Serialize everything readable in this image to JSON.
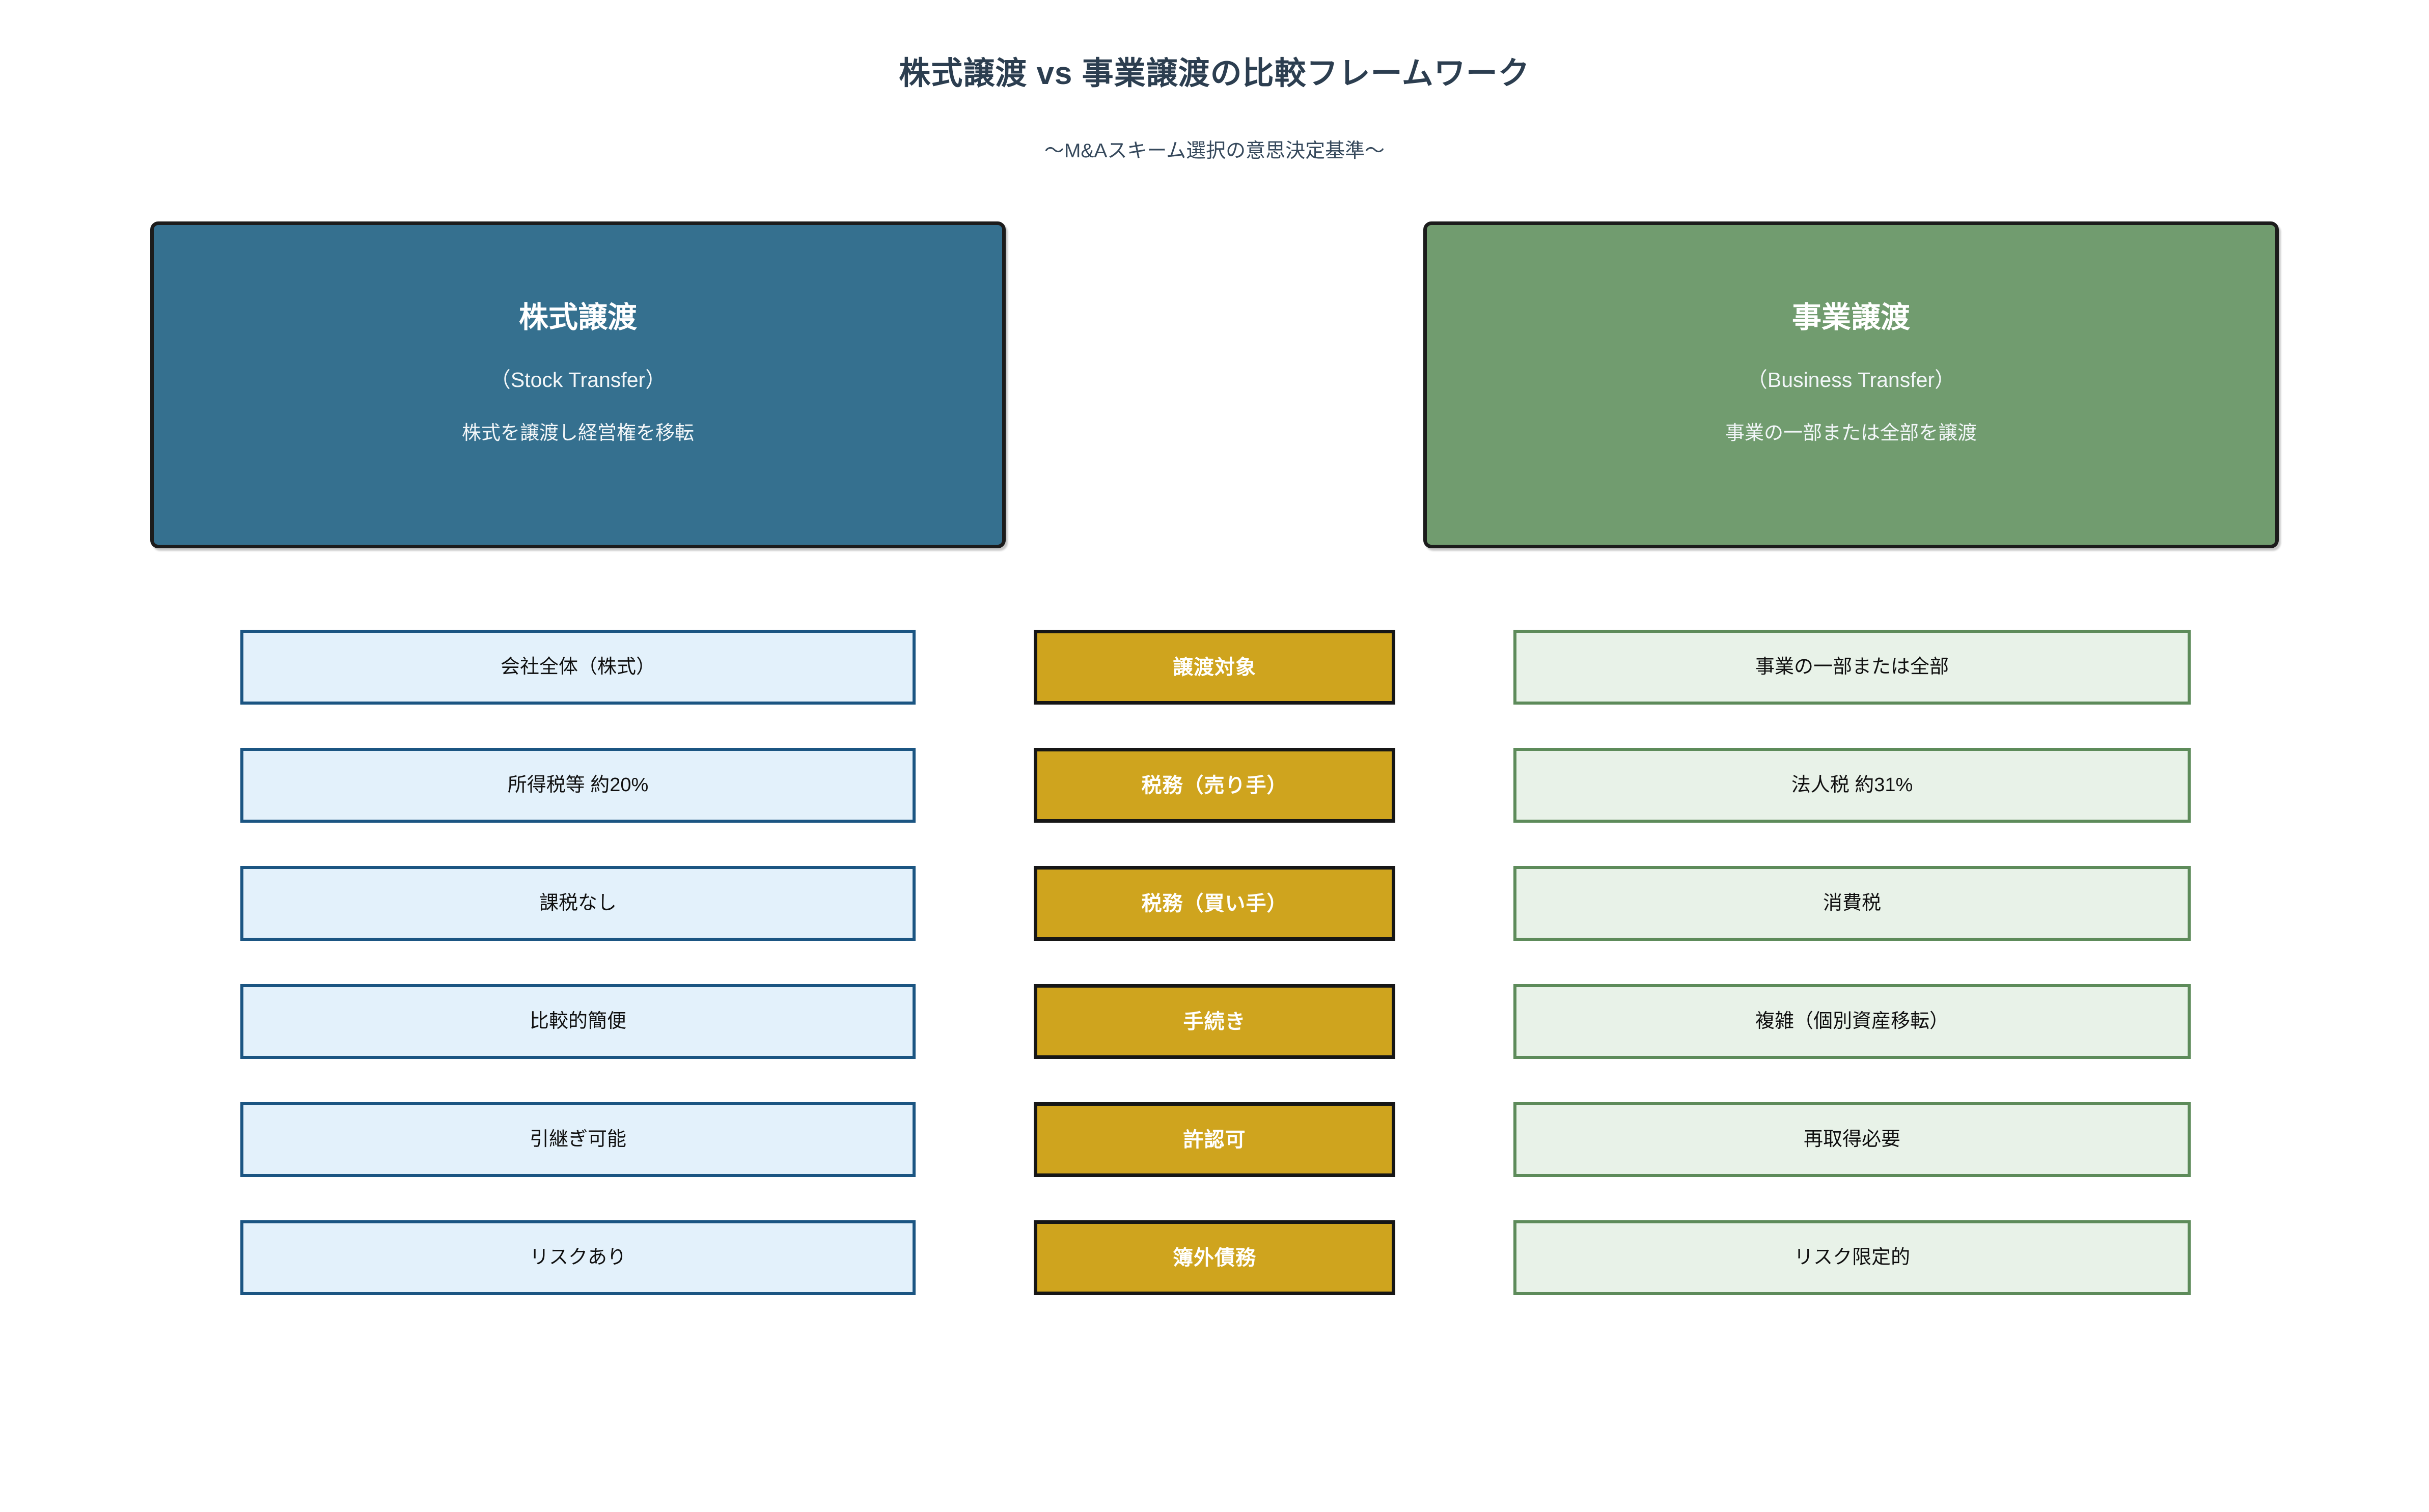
{
  "header": {
    "title": "株式譲渡 vs 事業譲渡の比較フレームワーク",
    "subtitle": "〜M&Aスキーム選択の意思決定基準〜",
    "title_color": "#2C3E50"
  },
  "schemes": {
    "left": {
      "name": "株式譲渡",
      "english": "（Stock Transfer）",
      "description": "株式を譲渡し経営権を移転",
      "color": "#35708F"
    },
    "right": {
      "name": "事業譲渡",
      "english": "（Business Transfer）",
      "description": "事業の一部または全部を譲渡",
      "color": "#719C6F"
    }
  },
  "palette": {
    "left_cell_fill": "#E3F1FB",
    "left_cell_border": "#1B5582",
    "center_cell_fill": "#CFA41E",
    "center_cell_border": "#161616",
    "right_cell_fill": "#E8F2E8",
    "right_cell_border": "#5D8B5A",
    "page_background": "#FFFFFF"
  },
  "comparison": {
    "rows": [
      {
        "criterion": "譲渡対象",
        "stock_transfer": "会社全体（株式）",
        "business_transfer": "事業の一部または全部"
      },
      {
        "criterion": "税務（売り手）",
        "stock_transfer": "所得税等 約20%",
        "business_transfer": "法人税 約31%"
      },
      {
        "criterion": "税務（買い手）",
        "stock_transfer": "課税なし",
        "business_transfer": "消費税"
      },
      {
        "criterion": "手続き",
        "stock_transfer": "比較的簡便",
        "business_transfer": "複雑（個別資産移転）"
      },
      {
        "criterion": "許認可",
        "stock_transfer": "引継ぎ可能",
        "business_transfer": "再取得必要"
      },
      {
        "criterion": "簿外債務",
        "stock_transfer": "リスクあり",
        "business_transfer": "リスク限定的"
      }
    ]
  }
}
